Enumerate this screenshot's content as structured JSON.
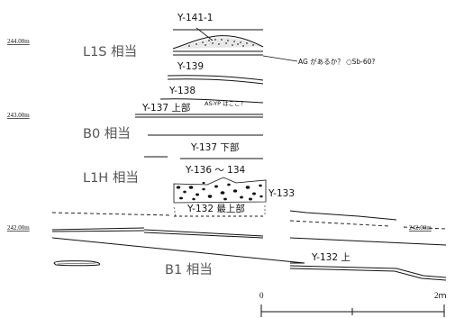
{
  "elevations": [
    "244.00m",
    "243.00m",
    "242.00m",
    "242.00m"
  ],
  "zones": [
    "L1S 相当",
    "B0 相当",
    "L1H 相当",
    "B1 相当"
  ],
  "layers": {
    "y141_1": "Y-141-1",
    "y139": "Y-139",
    "y138": "Y-138",
    "y137_upper": "Y-137 上部",
    "y137_lower": "Y-137 下部",
    "y136_134": "Y-136 ～ 134",
    "y133": "Y-133",
    "y132_top": "Y-132 最上部",
    "y132_upper": "Y-132 上"
  },
  "notes": {
    "ag_question": "AG があるか？ ○Sb-60?",
    "as_yp": "AS-YP はここ？"
  },
  "scale": {
    "start": "0",
    "end": "2ｍ"
  }
}
